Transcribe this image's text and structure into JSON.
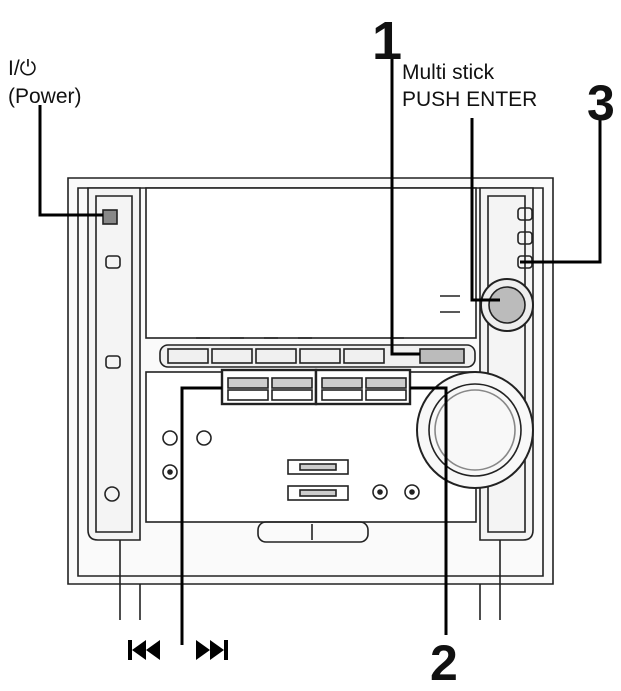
{
  "labels": {
    "power_line1": "I/⏻",
    "power_line2": "(Power)",
    "multistick_line1": "Multi stick",
    "multistick_line2": "PUSH ENTER",
    "step1": "1",
    "step2": "2",
    "step3": "3"
  },
  "icons": {
    "skip_back": "previous-track-icon",
    "skip_forward": "next-track-icon"
  }
}
